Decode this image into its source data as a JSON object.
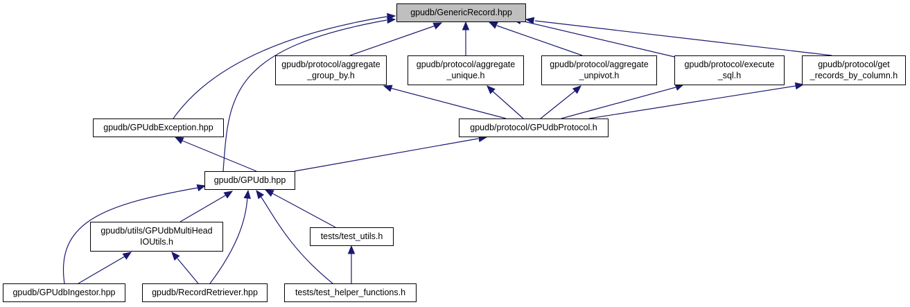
{
  "diagram": {
    "type": "include-dependency-graph",
    "colors": {
      "edge": "#191970",
      "root_fill": "#bfbfbf",
      "node_fill": "#ffffff",
      "border": "#000000"
    },
    "nodes": [
      {
        "id": "generic_record",
        "lines": [
          "gpudb/GenericRecord.hpp"
        ],
        "root": true
      },
      {
        "id": "agg_group_by",
        "lines": [
          "gpudb/protocol/aggregate",
          "_group_by.h"
        ]
      },
      {
        "id": "agg_unique",
        "lines": [
          "gpudb/protocol/aggregate",
          "_unique.h"
        ]
      },
      {
        "id": "agg_unpivot",
        "lines": [
          "gpudb/protocol/aggregate",
          "_unpivot.h"
        ]
      },
      {
        "id": "execute_sql",
        "lines": [
          "gpudb/protocol/execute",
          "_sql.h"
        ]
      },
      {
        "id": "get_records_by_column",
        "lines": [
          "gpudb/protocol/get",
          "_records_by_column.h"
        ]
      },
      {
        "id": "gpudb_protocol",
        "lines": [
          "gpudb/protocol/GPUdbProtocol.h"
        ]
      },
      {
        "id": "gpudb_exception",
        "lines": [
          "gpudb/GPUdbException.hpp"
        ]
      },
      {
        "id": "gpudb",
        "lines": [
          "gpudb/GPUdb.hpp"
        ]
      },
      {
        "id": "multihead_io_utils",
        "lines": [
          "gpudb/utils/GPUdbMultiHead",
          "IOUtils.h"
        ]
      },
      {
        "id": "ingestor",
        "lines": [
          "gpudb/GPUdbIngestor.hpp"
        ]
      },
      {
        "id": "record_retriever",
        "lines": [
          "gpudb/RecordRetriever.hpp"
        ]
      },
      {
        "id": "test_utils",
        "lines": [
          "tests/test_utils.h"
        ]
      },
      {
        "id": "test_helper_functions",
        "lines": [
          "tests/test_helper_functions.h"
        ]
      }
    ],
    "edges": [
      {
        "from": "agg_group_by",
        "to": "generic_record"
      },
      {
        "from": "agg_unique",
        "to": "generic_record"
      },
      {
        "from": "agg_unpivot",
        "to": "generic_record"
      },
      {
        "from": "execute_sql",
        "to": "generic_record"
      },
      {
        "from": "get_records_by_column",
        "to": "generic_record"
      },
      {
        "from": "gpudb_exception",
        "to": "generic_record"
      },
      {
        "from": "gpudb",
        "to": "generic_record"
      },
      {
        "from": "gpudb_protocol",
        "to": "agg_group_by"
      },
      {
        "from": "gpudb_protocol",
        "to": "agg_unique"
      },
      {
        "from": "gpudb_protocol",
        "to": "agg_unpivot"
      },
      {
        "from": "gpudb_protocol",
        "to": "execute_sql"
      },
      {
        "from": "gpudb_protocol",
        "to": "get_records_by_column"
      },
      {
        "from": "gpudb",
        "to": "gpudb_protocol"
      },
      {
        "from": "gpudb",
        "to": "gpudb_exception"
      },
      {
        "from": "multihead_io_utils",
        "to": "gpudb"
      },
      {
        "from": "ingestor",
        "to": "gpudb"
      },
      {
        "from": "record_retriever",
        "to": "gpudb"
      },
      {
        "from": "test_utils",
        "to": "gpudb"
      },
      {
        "from": "test_helper_functions",
        "to": "gpudb"
      },
      {
        "from": "ingestor",
        "to": "multihead_io_utils"
      },
      {
        "from": "record_retriever",
        "to": "multihead_io_utils"
      },
      {
        "from": "test_helper_functions",
        "to": "test_utils"
      }
    ]
  }
}
